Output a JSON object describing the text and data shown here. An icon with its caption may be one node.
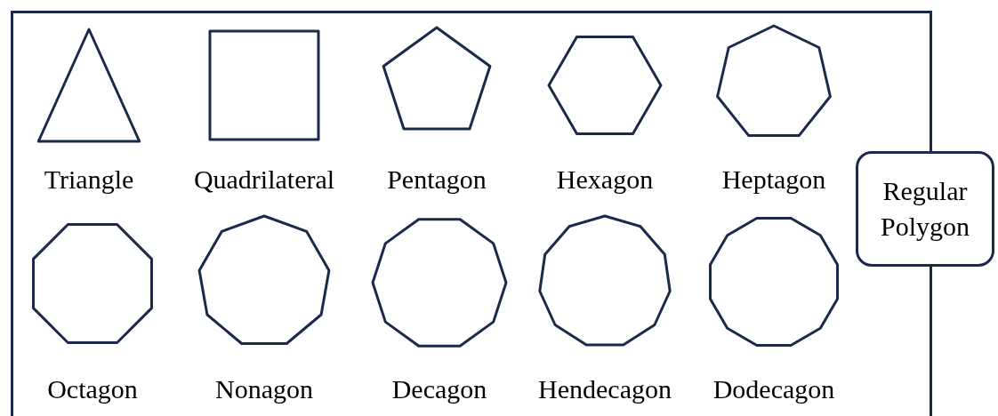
{
  "diagram": {
    "nodes": [
      {
        "text": [],
        "shape": "box"
      },
      {
        "text": [
          "Triangle"
        ],
        "in": 0
      },
      {
        "text": [
          "Quadrilateral"
        ],
        "in": 0
      },
      {
        "text": [
          "Pentagon"
        ],
        "in": 0
      },
      {
        "text": [
          "Hexagon"
        ],
        "in": 0
      },
      {
        "text": [
          "Heptagon"
        ],
        "in": 0
      },
      {
        "text": [
          "Octagon"
        ],
        "in": 0
      },
      {
        "text": [
          "Nonagon"
        ],
        "in": 0
      },
      {
        "text": [
          "Decagon"
        ],
        "in": 0
      },
      {
        "text": [
          "Hendecagon"
        ],
        "in": 0
      },
      {
        "text": [
          "Dodecagon"
        ],
        "in": 0
      },
      {
        "text": [
          "Regular Polygon"
        ]
      }
    ]
  }
}
